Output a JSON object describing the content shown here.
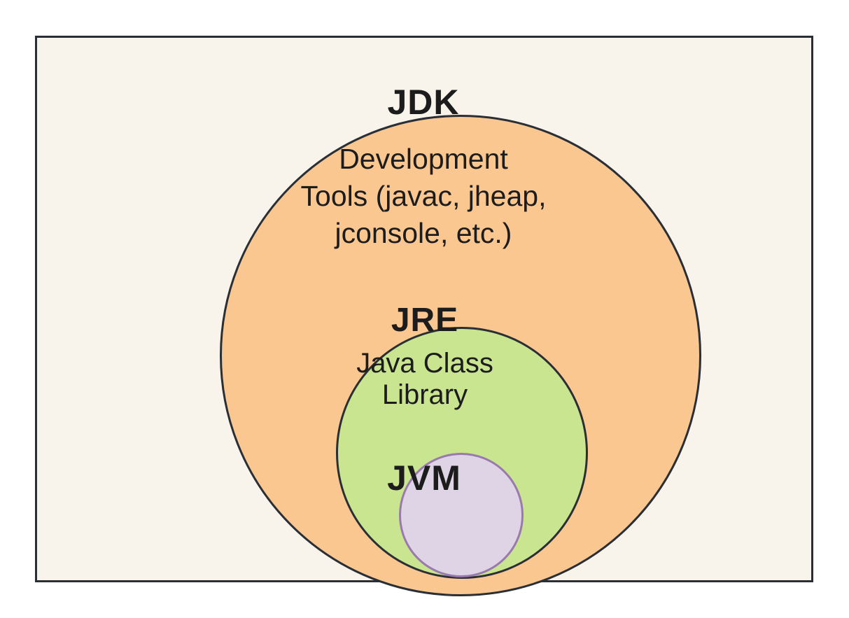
{
  "page": {
    "background": "#FFFFFF",
    "text_color": "#1C1C1C"
  },
  "frame": {
    "background": "#F8F4EC",
    "border_color": "#2A2F35"
  },
  "diagram": {
    "jdk": {
      "label": "JDK",
      "description_lines": [
        "Development",
        "Tools (javac, jheap,",
        "jconsole, etc.)"
      ],
      "fill": "#FBC791",
      "border_color": "#2A2F35"
    },
    "jre": {
      "label": "JRE",
      "description_lines": [
        "Java Class",
        "Library"
      ],
      "fill": "#C9E58F",
      "border_color": "#2A2F35"
    },
    "jvm": {
      "label": "JVM",
      "fill": "#DED4E5",
      "border_color": "#9A7AAD"
    }
  }
}
